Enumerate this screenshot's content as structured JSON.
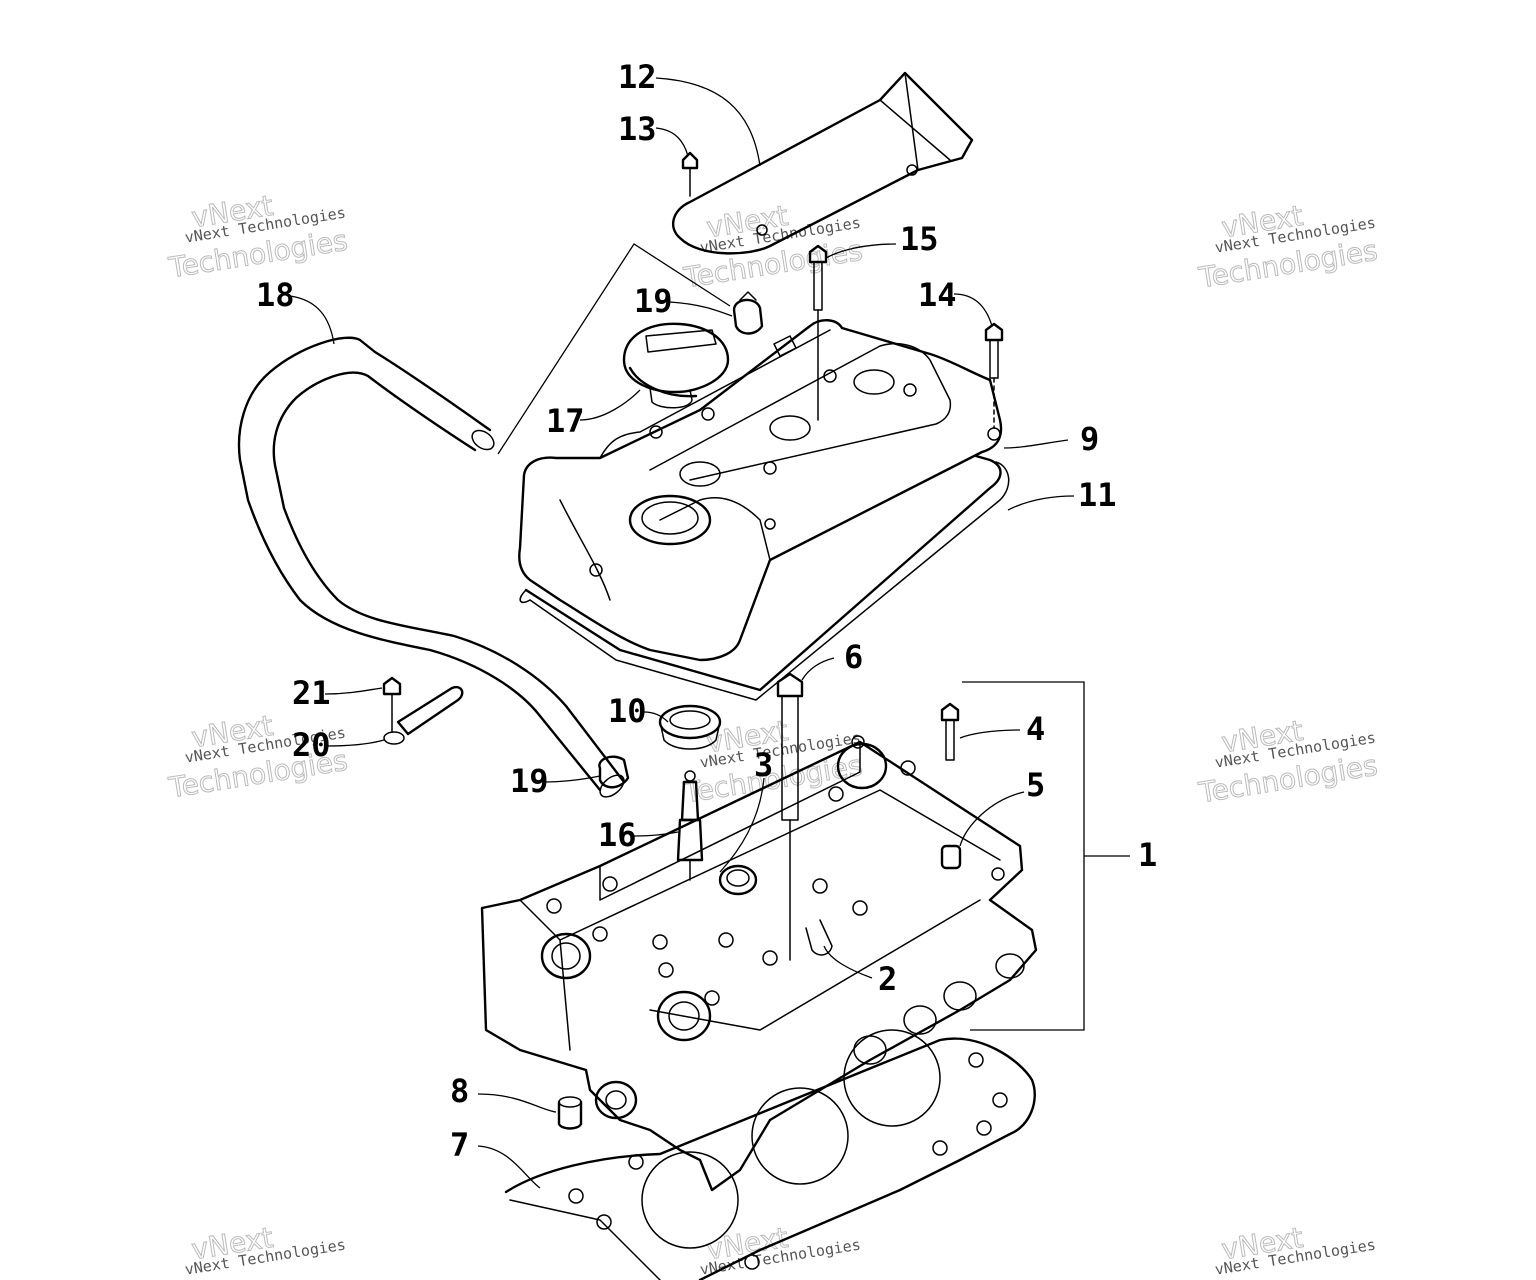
{
  "watermark": {
    "small": "vNext Technologies",
    "big_top": "vNext",
    "big_bottom": "Technologies"
  },
  "callouts": [
    {
      "id": "1",
      "label": "1"
    },
    {
      "id": "2",
      "label": "2"
    },
    {
      "id": "3",
      "label": "3"
    },
    {
      "id": "4",
      "label": "4"
    },
    {
      "id": "5",
      "label": "5"
    },
    {
      "id": "6",
      "label": "6"
    },
    {
      "id": "7",
      "label": "7"
    },
    {
      "id": "8",
      "label": "8"
    },
    {
      "id": "9",
      "label": "9"
    },
    {
      "id": "10",
      "label": "10"
    },
    {
      "id": "11",
      "label": "11"
    },
    {
      "id": "12",
      "label": "12"
    },
    {
      "id": "13",
      "label": "13"
    },
    {
      "id": "14",
      "label": "14"
    },
    {
      "id": "15",
      "label": "15"
    },
    {
      "id": "16",
      "label": "16"
    },
    {
      "id": "17",
      "label": "17"
    },
    {
      "id": "18",
      "label": "18"
    },
    {
      "id": "19a",
      "label": "19"
    },
    {
      "id": "19b",
      "label": "19"
    },
    {
      "id": "20",
      "label": "20"
    },
    {
      "id": "21",
      "label": "21"
    }
  ]
}
